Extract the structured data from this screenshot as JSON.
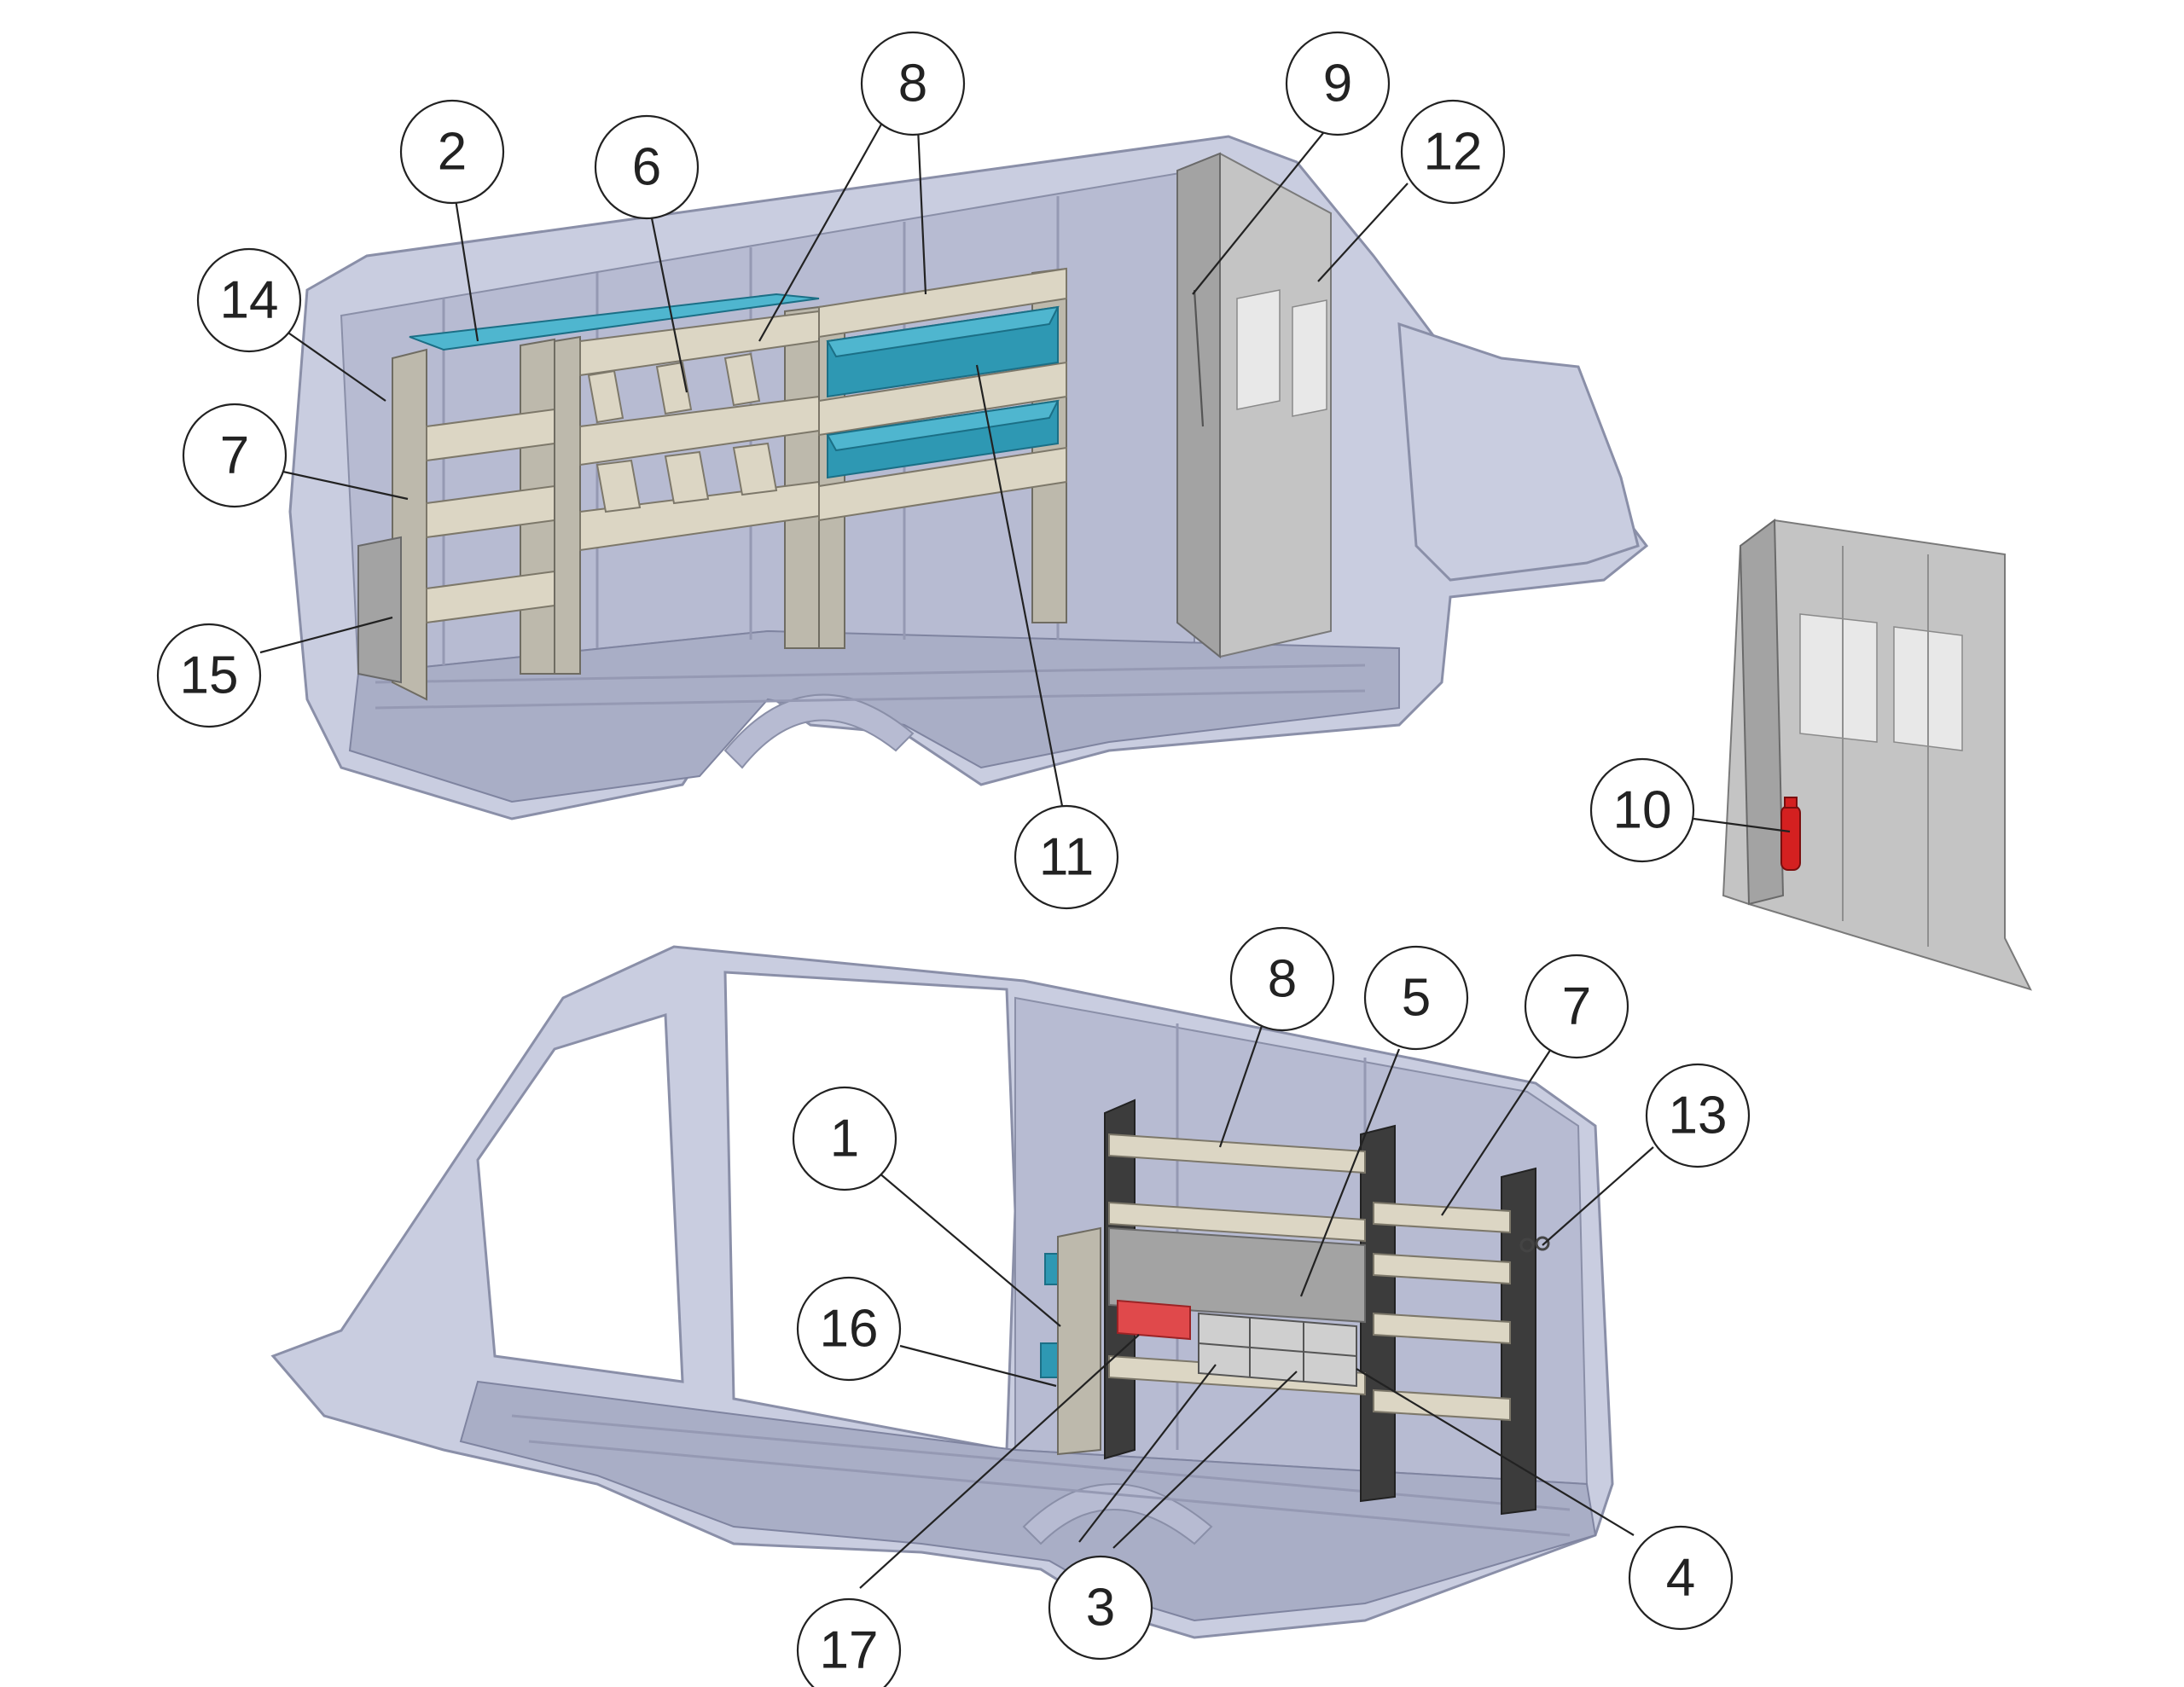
{
  "callouts": [
    {
      "key": "c1",
      "label": "1"
    },
    {
      "key": "c2",
      "label": "2"
    },
    {
      "key": "c3",
      "label": "3"
    },
    {
      "key": "c4",
      "label": "4"
    },
    {
      "key": "c5",
      "label": "5"
    },
    {
      "key": "c6",
      "label": "6"
    },
    {
      "key": "c7a",
      "label": "7"
    },
    {
      "key": "c7b",
      "label": "7"
    },
    {
      "key": "c8a",
      "label": "8"
    },
    {
      "key": "c8b",
      "label": "8"
    },
    {
      "key": "c9",
      "label": "9"
    },
    {
      "key": "c10",
      "label": "10"
    },
    {
      "key": "c11",
      "label": "11"
    },
    {
      "key": "c12",
      "label": "12"
    },
    {
      "key": "c13",
      "label": "13"
    },
    {
      "key": "c14",
      "label": "14"
    },
    {
      "key": "c15",
      "label": "15"
    },
    {
      "key": "c16",
      "label": "16"
    },
    {
      "key": "c17",
      "label": "17"
    }
  ],
  "colors": {
    "van_body": "#c9cde0",
    "shelving": "#dcd6c4",
    "bins": "#2e98b3",
    "partition": "#c4c4c4",
    "extinguisher": "#d42020",
    "parts_case": "#e0494b",
    "callout_stroke": "#222222"
  }
}
